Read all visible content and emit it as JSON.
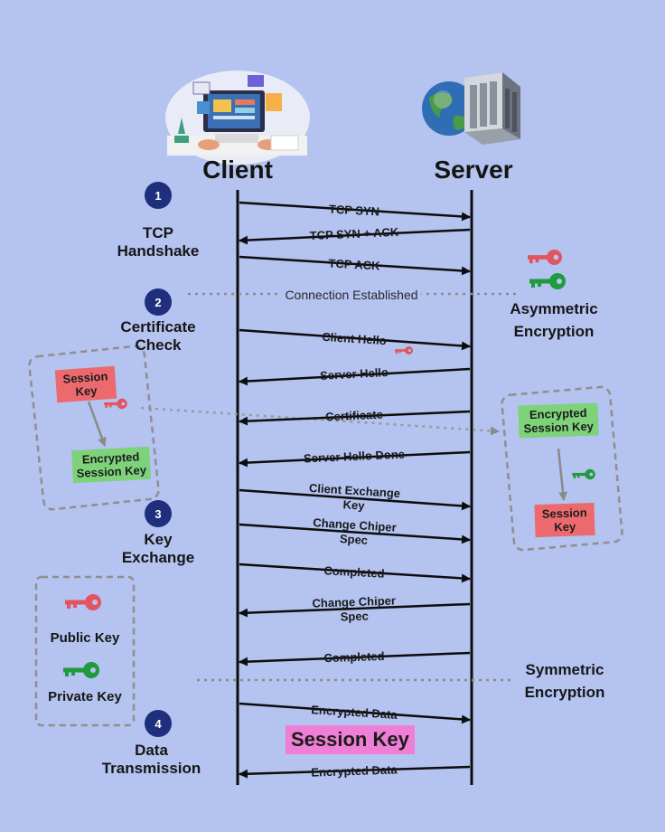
{
  "headers": {
    "client": "Client",
    "server": "Server"
  },
  "steps": [
    {
      "number": "1",
      "label": "TCP Handshake"
    },
    {
      "number": "2",
      "label": "Certificate Check"
    },
    {
      "number": "3",
      "label": "Key Exchange"
    },
    {
      "number": "4",
      "label": "Data Transmission"
    }
  ],
  "messages": [
    {
      "label": "TCP SYN",
      "direction": "to-server"
    },
    {
      "label": "TCP SYN + ACK",
      "direction": "to-client"
    },
    {
      "label": "TCP ACK",
      "direction": "to-server"
    },
    {
      "label": "Client Hello",
      "direction": "to-server"
    },
    {
      "label": "Server Hello",
      "direction": "to-client"
    },
    {
      "label": "Certificate",
      "direction": "to-client"
    },
    {
      "label": "Server Hello Done",
      "direction": "to-client"
    },
    {
      "label": "Client Exchange Key",
      "direction": "to-server"
    },
    {
      "label": "Change Chiper Spec",
      "direction": "to-server"
    },
    {
      "label": "Completed",
      "direction": "to-server"
    },
    {
      "label": "Change Chiper Spec",
      "direction": "to-client"
    },
    {
      "label": "Completed",
      "direction": "to-client"
    },
    {
      "label": "Encrypted Data",
      "direction": "to-server"
    },
    {
      "label": "Encrypted Data",
      "direction": "to-client"
    }
  ],
  "connection_established": "Connection Established",
  "asymmetric_encryption": "Asymmetric Encryption",
  "symmetric_encryption": "Symmetric Encryption",
  "session_key_highlight": "Session Key",
  "left_box": {
    "top": "Session Key",
    "bottom": "Encrypted Session Key"
  },
  "right_box": {
    "top": "Encrypted Session Key",
    "bottom": "Session Key"
  },
  "legend": {
    "public_key": "Public Key",
    "private_key": "Private Key"
  },
  "colors": {
    "background": "#b4c3ef",
    "badge": "#1f2e7d",
    "public_key": "#e2555f",
    "private_key": "#1f9a3c",
    "session_key_highlight": "#ef7ed6",
    "box_red": "#ec6a6e",
    "box_green": "#7ed27a"
  },
  "icons": [
    "laptop-workspace-icon",
    "globe-icon",
    "server-rack-icon",
    "red-key-icon",
    "green-key-icon"
  ]
}
